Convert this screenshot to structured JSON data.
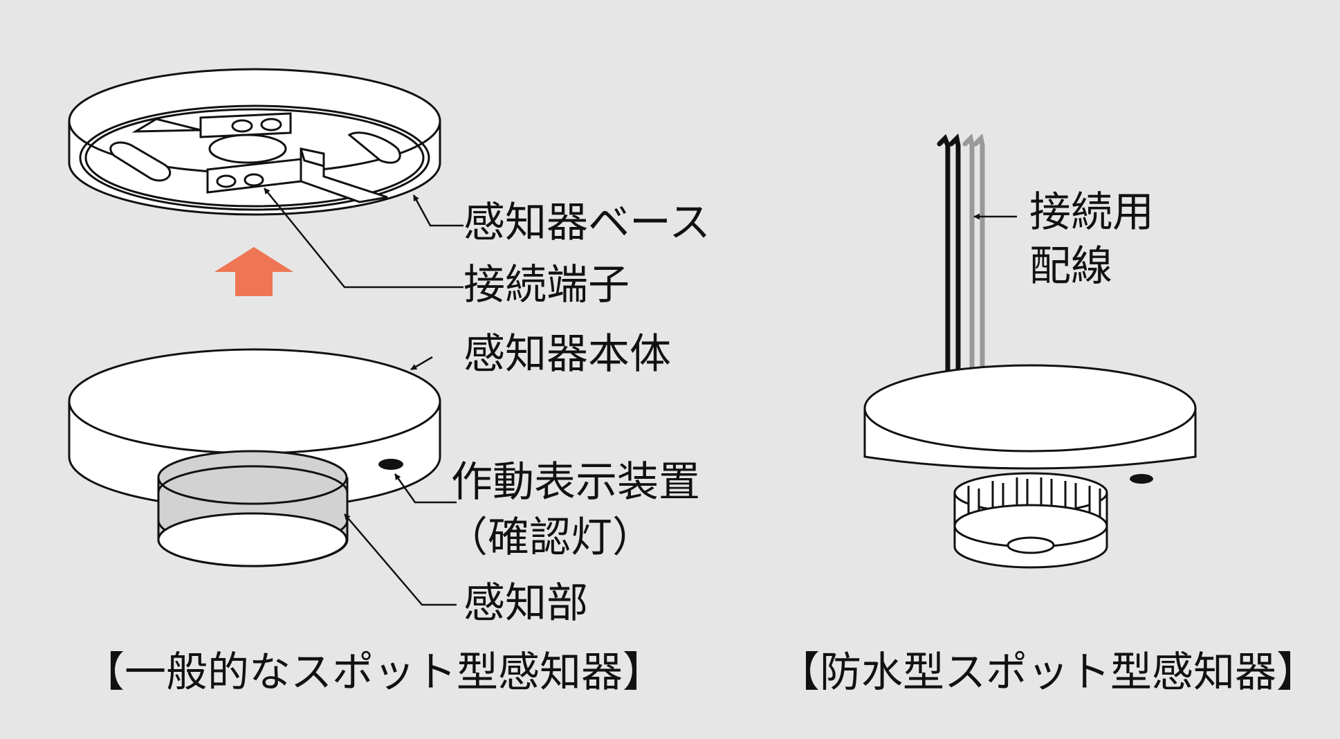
{
  "colors": {
    "background": "#e6e6e6",
    "outline": "#111111",
    "body_fill": "#ffffff",
    "sensor_band": "#d2d2d2",
    "arrow": "#ee7654",
    "wire_black": "#111111",
    "wire_gray": "#999999"
  },
  "general_detector": {
    "caption": "【一般的なスポット型感知器】",
    "labels": {
      "base": "感知器ベース",
      "terminal": "接続端子",
      "body": "感知器本体",
      "indicator_line1": "作動表示装置",
      "indicator_line2": "（確認灯）",
      "sensor": "感知部"
    },
    "mount_arrow_icon": "arrow-up-icon"
  },
  "waterproof_detector": {
    "caption": "【防水型スポット型感知器】",
    "labels": {
      "wiring_line1": "接続用",
      "wiring_line2": "配線"
    }
  }
}
